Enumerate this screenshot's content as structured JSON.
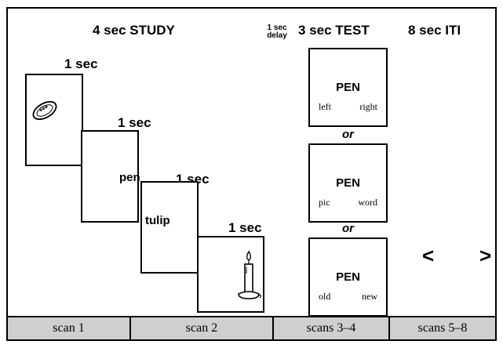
{
  "headers": {
    "study": "4 sec STUDY",
    "delay_top": "1 sec",
    "delay_bottom": "delay",
    "test": "3 sec TEST",
    "iti": "8 sec ITI"
  },
  "study_items": [
    {
      "duration": "1 sec",
      "label": "",
      "icon": "football-icon"
    },
    {
      "duration": "1 sec",
      "label": "pen",
      "icon": ""
    },
    {
      "duration": "1 sec",
      "label": "tulip",
      "icon": ""
    },
    {
      "duration": "1 sec",
      "label": "",
      "icon": "candle-icon"
    }
  ],
  "test_items": [
    {
      "word": "PEN",
      "left": "left",
      "right": "right"
    },
    {
      "word": "PEN",
      "left": "pic",
      "right": "word"
    },
    {
      "word": "PEN",
      "left": "old",
      "right": "new"
    }
  ],
  "or_label": "or",
  "iti_arrows": {
    "left": "<",
    "right": ">"
  },
  "scans": [
    "scan 1",
    "scan 2",
    "scans 3–4",
    "scans 5–8"
  ]
}
